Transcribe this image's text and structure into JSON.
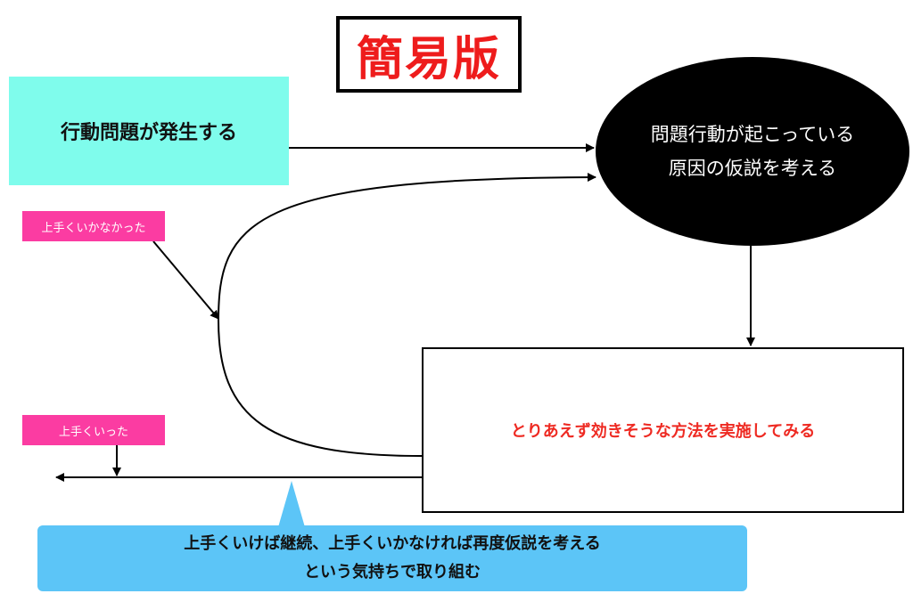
{
  "title": "簡易版",
  "nodes": {
    "problem": "行動問題が発生する",
    "hypothesis": "問題行動が起こっている\n原因の仮説を考える",
    "action": "とりあえず効きそうな方法を実施してみる"
  },
  "tags": {
    "fail": "上手くいかなかった",
    "success": "上手くいった"
  },
  "callout": {
    "line1": "上手くいけば継続、上手くいかなければ再度仮説を考える",
    "line2": "という気持ちで取り組む"
  },
  "colors": {
    "title_text": "#ee1c1c",
    "problem_fill": "#7ffcec",
    "hypothesis_fill": "#000000",
    "action_text": "#ee2a22",
    "tag_fill": "#fb3ca2",
    "callout_fill": "#5cc5f7"
  }
}
